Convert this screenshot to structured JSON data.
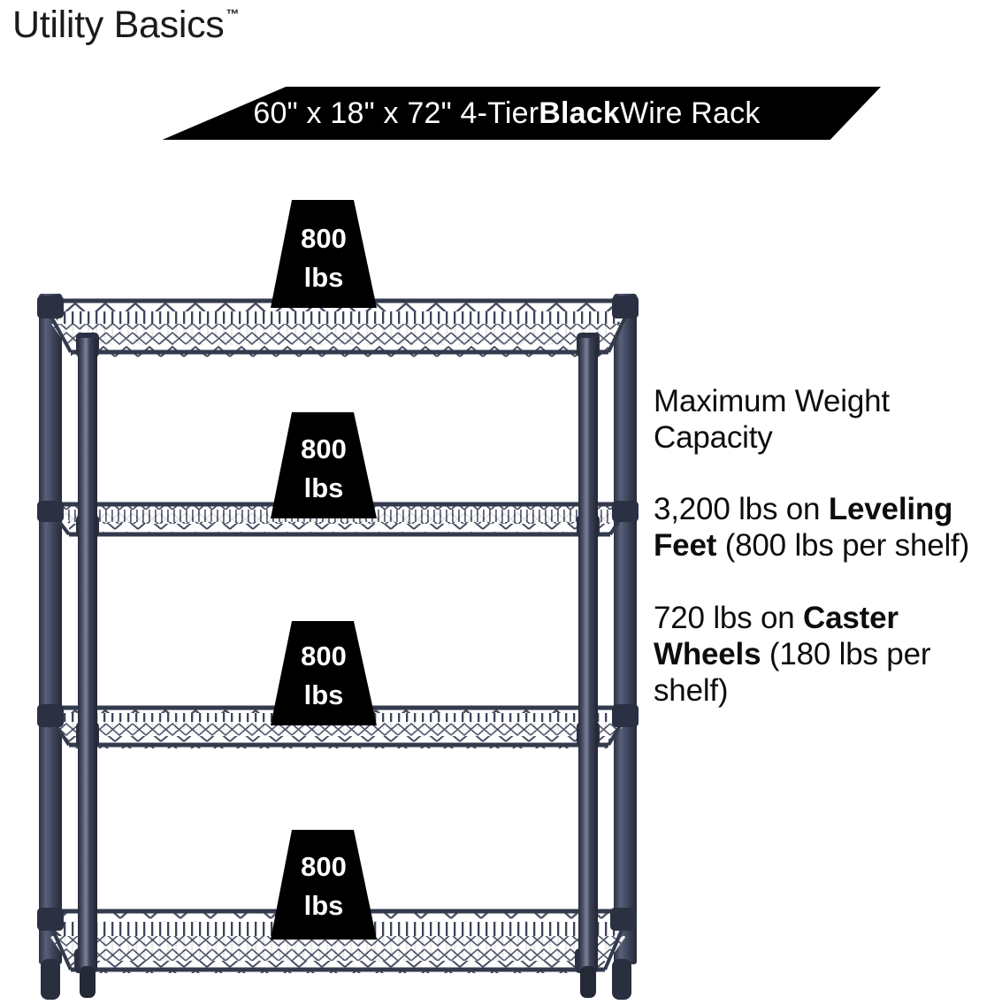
{
  "brand": {
    "name": "Utility Basics",
    "trademark": "™"
  },
  "banner": {
    "full_text": "60\" x 18\" x 72\" 4-Tier Black Wire Rack",
    "prefix": "60\" x 18\" x 72\" 4-Tier ",
    "bold_word": "Black",
    "suffix": " Wire Rack",
    "background_color": "#000000",
    "text_color": "#ffffff"
  },
  "capacity": {
    "heading": "Maximum Weight Capacity",
    "paragraph_1": {
      "lead": "3,200 lbs on ",
      "bold": "Leveling Feet",
      "tail": " (800 lbs per shelf)"
    },
    "paragraph_2": {
      "lead": "720 lbs on ",
      "bold": "Caster Wheels",
      "tail": " (180 lbs per shelf)"
    }
  },
  "product": {
    "type": "4-tier black wire shelving rack",
    "tiers": 4,
    "frame_color": "#3a3f52",
    "feet": "leveling feet",
    "shelf_badges": [
      {
        "value": "800",
        "unit": "lbs",
        "tier": 1
      },
      {
        "value": "800",
        "unit": "lbs",
        "tier": 2
      },
      {
        "value": "800",
        "unit": "lbs",
        "tier": 3
      },
      {
        "value": "800",
        "unit": "lbs",
        "tier": 4
      }
    ]
  }
}
